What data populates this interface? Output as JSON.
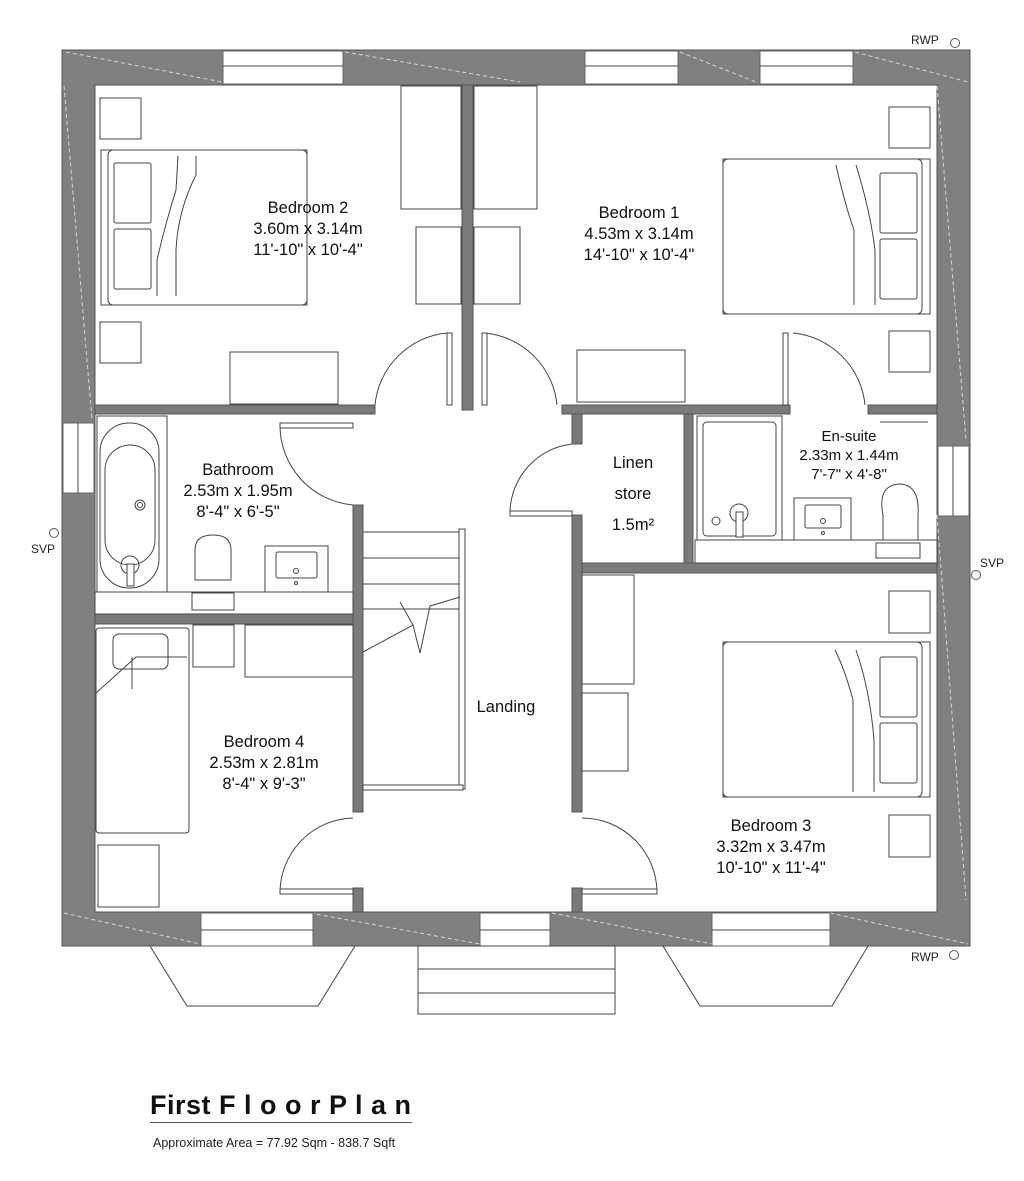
{
  "plan": {
    "title": "First F l o o r P l a n",
    "approximate_area": "Approximate Area = 77.92 Sqm - 838.7 Sqft",
    "wall_color": "#808080",
    "background": "#ffffff"
  },
  "rooms": {
    "bedroom2": {
      "name": "Bedroom 2",
      "metric": "3.60m x 3.14m",
      "imperial": "11'-10\" x 10'-4\""
    },
    "bedroom1": {
      "name": "Bedroom 1",
      "metric": "4.53m x 3.14m",
      "imperial": "14'-10\" x 10'-4\""
    },
    "bathroom": {
      "name": "Bathroom",
      "metric": "2.53m x 1.95m",
      "imperial": "8'-4\" x 6'-5\""
    },
    "linen": {
      "name": "Linen",
      "name2": "store",
      "area": "1.5m²"
    },
    "ensuite": {
      "name": "En-suite",
      "metric": "2.33m x 1.44m",
      "imperial": "7'-7\" x 4'-8\""
    },
    "landing": {
      "name": "Landing"
    },
    "bedroom4": {
      "name": "Bedroom 4",
      "metric": "2.53m x 2.81m",
      "imperial": "8'-4\" x 9'-3\""
    },
    "bedroom3": {
      "name": "Bedroom 3",
      "metric": "3.32m x 3.47m",
      "imperial": "10'-10\" x 11'-4\""
    }
  },
  "pipes": {
    "rwp_top": "RWP",
    "rwp_bottom": "RWP",
    "svp_left": "SVP",
    "svp_right": "SVP"
  }
}
